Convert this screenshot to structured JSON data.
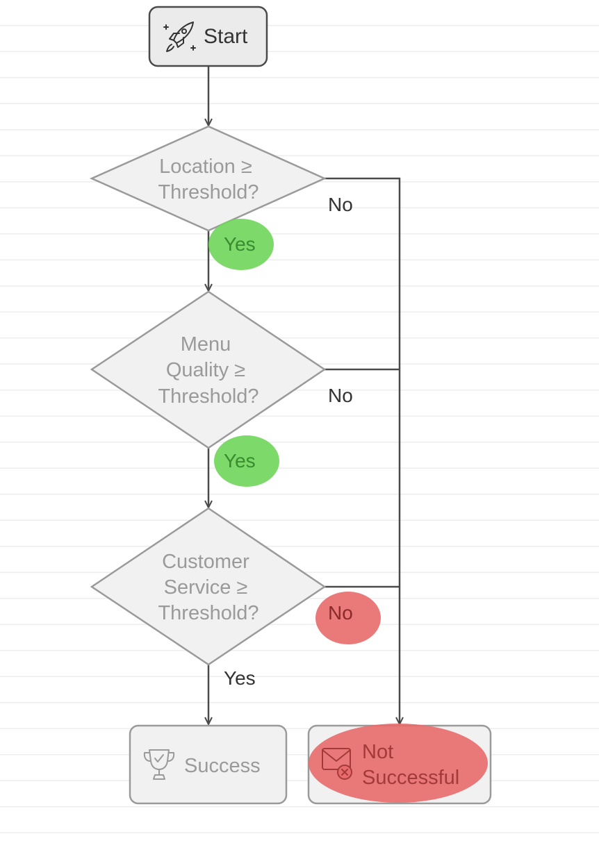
{
  "start": {
    "label": "Start",
    "icon": "rocket-icon"
  },
  "decisions": [
    {
      "lines": [
        "Location ≥",
        "Threshold?"
      ]
    },
    {
      "lines": [
        "Menu",
        "Quality ≥",
        "Threshold?"
      ]
    },
    {
      "lines": [
        "Customer",
        "Service ≥",
        "Threshold?"
      ]
    }
  ],
  "edge_labels": {
    "yes": "Yes",
    "no": "No"
  },
  "success": {
    "label": "Success",
    "icon": "trophy-icon"
  },
  "not_successful": {
    "lines": [
      "Not",
      "Successful"
    ],
    "icon": "mail-error-icon"
  },
  "colors": {
    "highlight_green": "#6fd65a",
    "highlight_red": "#e86a6a",
    "node_fill": "#f1f1f1",
    "node_stroke": "#9a9a9a",
    "line": "#4a4a4a"
  }
}
